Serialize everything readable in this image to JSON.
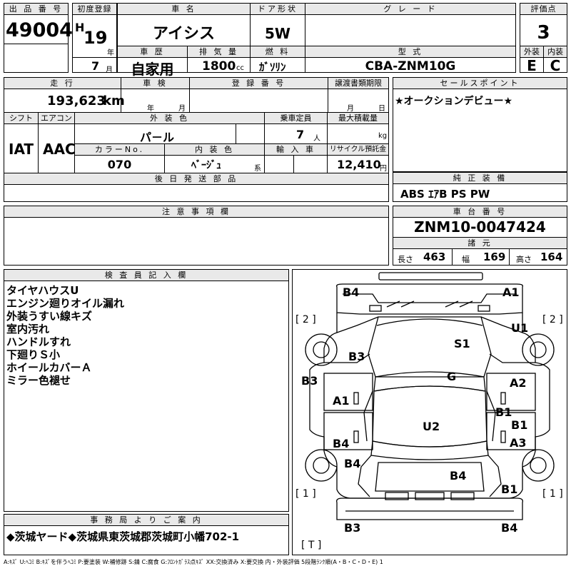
{
  "header": {
    "lot_label": "出 品 番 号",
    "lot_number": "49004",
    "first_reg_label": "初度登録",
    "era": "H",
    "year": "19",
    "year_unit": "年",
    "month": "7",
    "month_unit": "月",
    "model_name_label": "車 名",
    "model_name": "アイシス",
    "history_label": "車 歴",
    "history": "自家用",
    "displacement_label": "排 気 量",
    "displacement": "1800",
    "displacement_unit": "cc",
    "door_label": "ドア形状",
    "door": "5W",
    "fuel_label": "燃 料",
    "fuel": "ｶﾞｿﾘﾝ",
    "grade_label": "グ レ ー ド",
    "grade": "",
    "type_label": "型 式",
    "type": "CBA-ZNM10G",
    "score_label": "評価点",
    "score": "3",
    "exterior_label": "外装",
    "exterior": "E",
    "interior_label": "内装",
    "interior": "C"
  },
  "row2": {
    "mileage_label": "走 行",
    "mileage": "193,623",
    "mileage_unit": "km",
    "inspection_label": "車 検",
    "inspection_year_unit": "年",
    "inspection_month_unit": "月",
    "reg_no_label": "登 録 番 号",
    "reg_no": "",
    "transfer_label": "譲渡書類期限",
    "transfer_month_unit": "月",
    "transfer_day_unit": "日"
  },
  "row3": {
    "shift_label": "シフト",
    "shift": "IAT",
    "ac_label": "エアコン",
    "ac": "AAC",
    "color_label": "外 装 色",
    "color": "パ－ル",
    "capacity_label": "乗車定員",
    "capacity": "7",
    "capacity_unit": "人",
    "load_label": "最大積載量",
    "load_unit": "kg",
    "color_no_label": "カラーNo.",
    "color_no": "070",
    "int_color_label": "内 装 色",
    "int_color": "ﾍﾞｰｼﾞｭ",
    "int_color_unit": "系",
    "import_label": "輸 入 車",
    "recycle_label": "リサイクル預託金",
    "recycle": "12,410",
    "recycle_unit": "円",
    "later_parts_label": "後 日 発 送 部 品"
  },
  "sales": {
    "label": "セールスポイント",
    "text": "★オークションデビュー★"
  },
  "equipment": {
    "label": "純 正 装 備",
    "text": "ABS ｴｱB PS PW"
  },
  "notes": {
    "label": "注 意 事 項 欄"
  },
  "chassis": {
    "label": "車 台 番 号",
    "number": "ZNM10-0047424",
    "specs_label": "諸 元",
    "length_label": "長さ",
    "length": "463",
    "width_label": "幅",
    "width": "169",
    "height_label": "高さ",
    "height": "164"
  },
  "inspector": {
    "label": "検 査 員 記 入 欄",
    "lines": [
      "タイヤハウスU",
      "エンジン廻りオイル漏れ",
      "外装うすい線キズ",
      "室内汚れ",
      "ハンドルすれ",
      "下廻りＳ小",
      "ホイールカバーＡ",
      "ミラー色褪せ"
    ]
  },
  "office": {
    "label": "事 務 局 よ り ご 案 内",
    "text": "◆茨城ヤード◆茨城県東茨城郡茨城町小幡702-1"
  },
  "diagram": {
    "marks": {
      "front_left": "B4",
      "front_right": "A1",
      "hood": "S1",
      "bonnet_left": "B3",
      "fender_left": "B3",
      "fender_right": "U1",
      "roof": "G",
      "door_left_front": "A1",
      "door_right_front": "A2",
      "door_right_mid": "B1",
      "door_right_rear": "B1",
      "door_left_rear": "B4",
      "door_right_sill": "A3",
      "roof_rear": "U2",
      "quarter_left": "B4",
      "tailgate": "B4",
      "quarter_right": "B1",
      "rear_left": "B3",
      "rear_right": "B4"
    },
    "tire_labels": {
      "front_left": "[ 2 ]",
      "front_right": "[ 2 ]",
      "rear_left": "[ 1 ]",
      "rear_right": "[ 1 ]",
      "spare": "[ T ]"
    }
  },
  "legend": "A:ｷｽﾞ U:ﾍｺﾐ B:ｷｽﾞを伴うﾍｺﾐ P:要塗装 W:補修跡 S:錆 C:腐食 G:ﾌﾛﾝﾄｶﾞﾗｽ点ｷｽﾞ XX:交換済み X:要交換 内・外装評価 5段階ﾗﾝｸ順(A・B・C・D・E) 1"
}
